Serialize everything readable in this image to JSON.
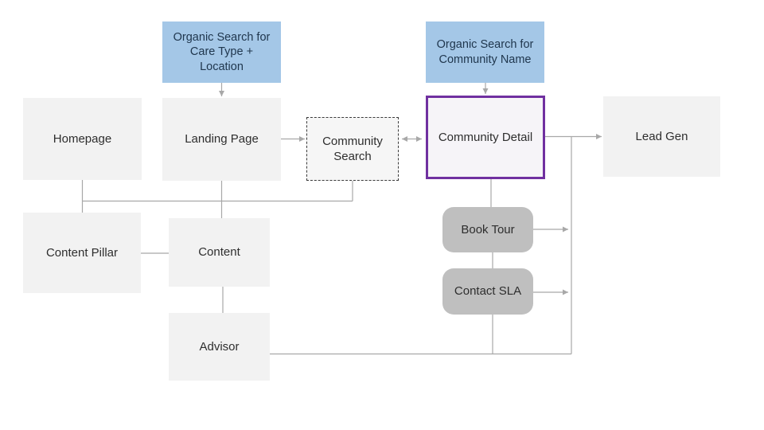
{
  "diagram_type": "website-seo-user-flow-flowchart",
  "colors": {
    "blue_fill": "#a4c7e7",
    "blue_text": "#20374e",
    "purple_border": "#7030a0",
    "purple_fill": "#f6f4f8",
    "gray_fill": "#bfbfbf",
    "light_fill": "#f2f2f2",
    "dashed_fill": "#f6f6f6",
    "dashed_border": "#3a3a3a",
    "line": "#a8a8a8",
    "text": "#2e2e2e"
  },
  "nodes": {
    "org_search_care": {
      "label": "Organic Search for\nCare Type +\nLocation"
    },
    "org_search_community": {
      "label": "Organic Search for\nCommunity Name"
    },
    "homepage": {
      "label": "Homepage"
    },
    "landing_page": {
      "label": "Landing Page"
    },
    "community_search": {
      "label": "Community\nSearch"
    },
    "community_detail": {
      "label": "Community Detail"
    },
    "lead_gen": {
      "label": "Lead Gen"
    },
    "content_pillar": {
      "label": "Content Pillar"
    },
    "content": {
      "label": "Content"
    },
    "advisor": {
      "label": "Advisor"
    },
    "book_tour": {
      "label": "Book Tour"
    },
    "contact_sla": {
      "label": "Contact SLA"
    }
  },
  "edges": [
    {
      "from": "org_search_care",
      "to": "landing_page",
      "arrow": "end"
    },
    {
      "from": "org_search_community",
      "to": "community_detail",
      "arrow": "end"
    },
    {
      "from": "landing_page",
      "to": "community_search",
      "arrow": "end"
    },
    {
      "from": "community_search",
      "to": "community_detail",
      "arrow": "both"
    },
    {
      "from": "community_detail",
      "to": "lead_gen",
      "arrow": "end"
    },
    {
      "from": "homepage",
      "to": "content_pillar",
      "arrow": "none"
    },
    {
      "from": "homepage",
      "to": "community_search",
      "arrow": "none"
    },
    {
      "from": "landing_page",
      "to": "content",
      "arrow": "none"
    },
    {
      "from": "content_pillar",
      "to": "content",
      "arrow": "none"
    },
    {
      "from": "content",
      "to": "advisor",
      "arrow": "none"
    },
    {
      "from": "community_detail",
      "to": "book_tour",
      "arrow": "none"
    },
    {
      "from": "book_tour",
      "to": "contact_sla",
      "arrow": "none"
    },
    {
      "from": "book_tour",
      "to": "lead_gen_branch",
      "arrow": "end"
    },
    {
      "from": "contact_sla",
      "to": "lead_gen_branch",
      "arrow": "end"
    },
    {
      "from": "contact_sla",
      "to": "bottom_rail",
      "arrow": "none"
    },
    {
      "from": "advisor",
      "to": "lead_gen_branch",
      "arrow": "none"
    }
  ]
}
